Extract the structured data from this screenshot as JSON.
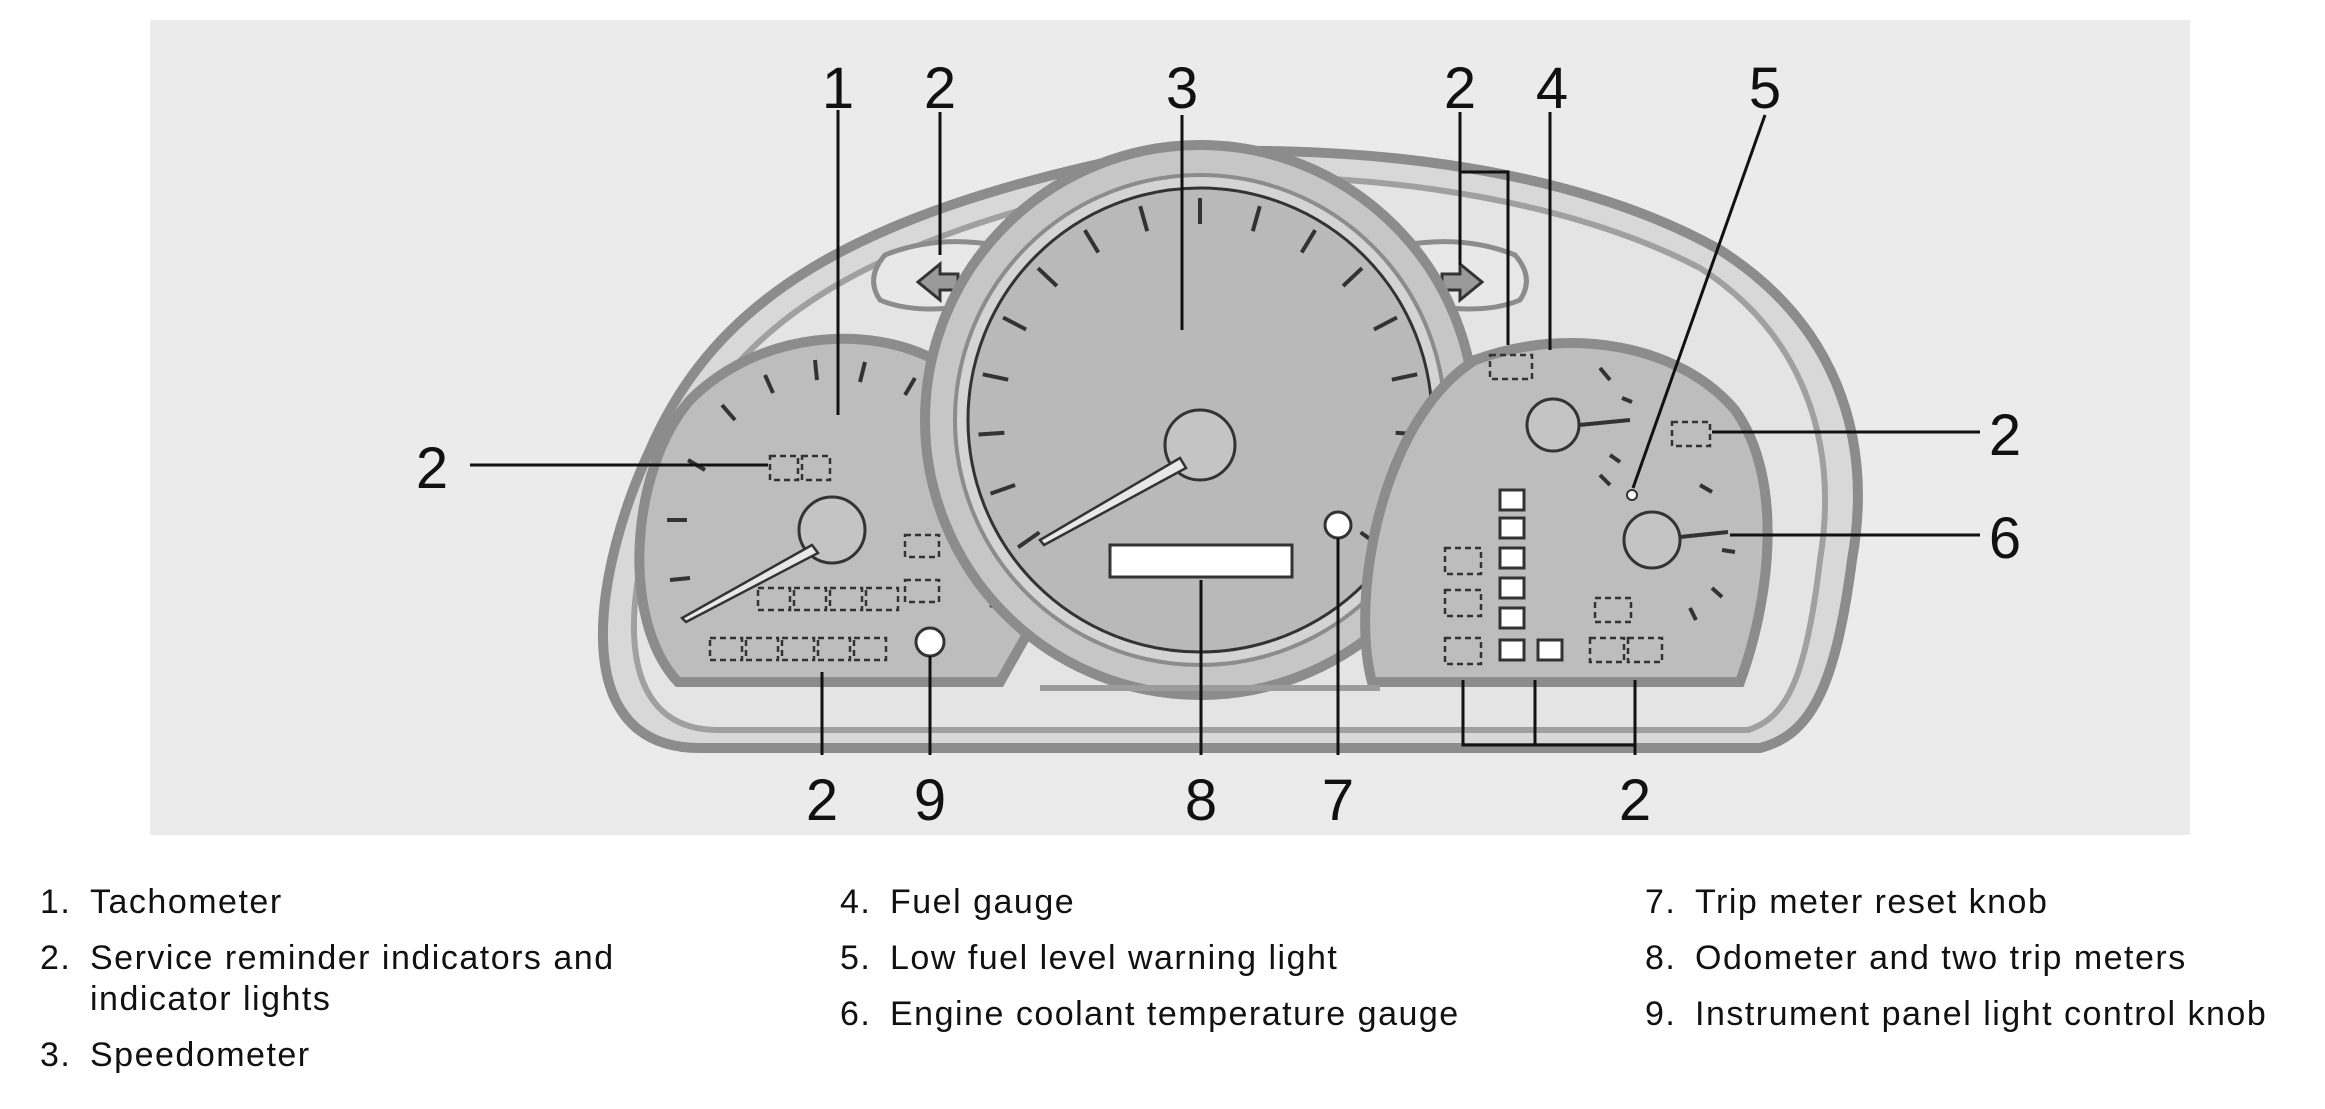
{
  "callouts": {
    "tachometer_top": "1",
    "left_turn_arrow": "2",
    "speedometer_top": "3",
    "right_turn_arrow": "2",
    "fuel_gauge_top": "4",
    "low_fuel_light_top": "5",
    "left_indicators": "2",
    "right_indicators_mid": "2",
    "coolant_gauge_side": "6",
    "bottom_left_indicators": "2",
    "panel_light_knob": "9",
    "odometer": "8",
    "trip_reset_knob": "7",
    "bottom_right_indicators": "2"
  },
  "legend": [
    {
      "num": "1.",
      "text": "Tachometer"
    },
    {
      "num": "2.",
      "text": "Service reminder indicators and\nindicator lights"
    },
    {
      "num": "3.",
      "text": "Speedometer"
    },
    {
      "num": "4.",
      "text": "Fuel gauge"
    },
    {
      "num": "5.",
      "text": "Low fuel level warning light"
    },
    {
      "num": "6.",
      "text": "Engine coolant temperature gauge"
    },
    {
      "num": "7.",
      "text": "Trip meter reset knob"
    },
    {
      "num": "8.",
      "text": "Odometer and two trip meters"
    },
    {
      "num": "9.",
      "text": "Instrument panel light control knob"
    }
  ],
  "colors": {
    "background": "#ebebeb",
    "dial_face": "#b9b9b9",
    "bezel": "#9c9c9c",
    "housing": "#d6d6d6",
    "ink": "#333333"
  }
}
